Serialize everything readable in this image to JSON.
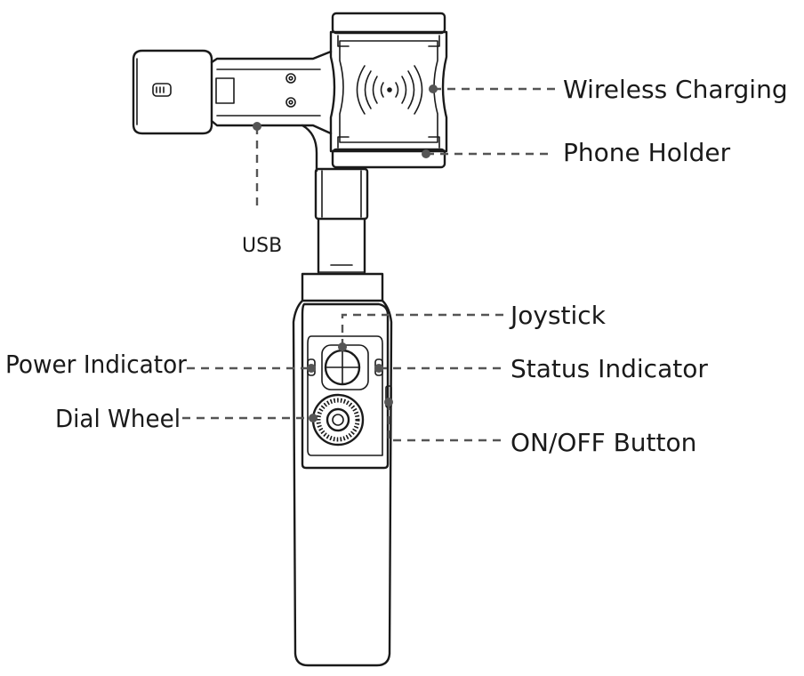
{
  "labels": {
    "wireless_charging": "Wireless Charging",
    "phone_holder": "Phone Holder",
    "usb": "USB",
    "joystick": "Joystick",
    "power_indicator": "Power Indicator",
    "status_indicator": "Status Indicator",
    "dial_wheel": "Dial Wheel",
    "on_off_button": "ON/OFF Button"
  },
  "colors": {
    "outline": "#1a1a1a",
    "leader": "#555555",
    "background": "#ffffff"
  }
}
